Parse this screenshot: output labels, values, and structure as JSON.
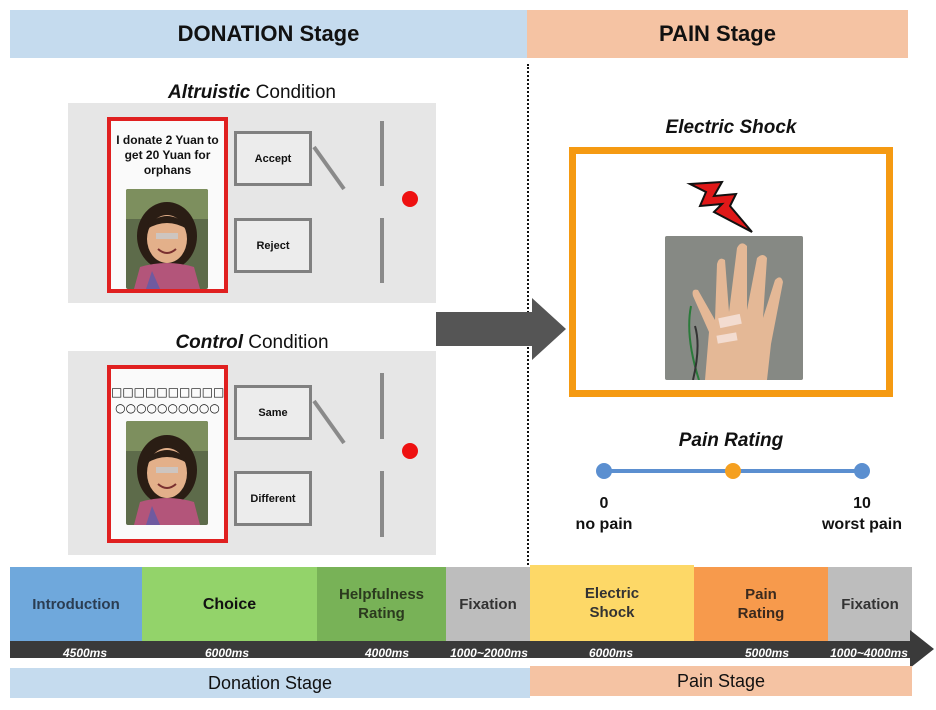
{
  "headers": {
    "donation": "DONATION Stage",
    "pain": "PAIN Stage"
  },
  "altruistic": {
    "title_emph": "Altruistic",
    "title_rest": " Condition",
    "card_text": "I donate 2 Yuan to get 20 Yuan for orphans",
    "options": [
      "Accept",
      "Reject"
    ]
  },
  "control": {
    "title_emph": "Control",
    "title_rest": " Condition",
    "squares": "□□□□□□□□□□",
    "circles": "○○○○○○○○○○",
    "options": [
      "Same",
      "Different"
    ]
  },
  "pain": {
    "shock_title": "Electric Shock",
    "rating_title": "Pain Rating",
    "scale_left_num": "0",
    "scale_left_text": "no pain",
    "scale_right_num": "10",
    "scale_right_text": "worst pain",
    "rating_marker": 0.5
  },
  "timeline": {
    "segments": [
      {
        "label": "Introduction"
      },
      {
        "label": "Choice"
      },
      {
        "label_line1": "Helpfulness",
        "label_line2": "Rating"
      },
      {
        "label": "Fixation"
      },
      {
        "label_line1": "Electric",
        "label_line2": "Shock"
      },
      {
        "label_line1": "Pain",
        "label_line2": "Rating"
      },
      {
        "label": "Fixation"
      }
    ],
    "durations": [
      "4500ms",
      "6000ms",
      "4000ms",
      "1000~2000ms",
      "6000ms",
      "5000ms",
      "1000~4000ms"
    ],
    "footer_donation": "Donation Stage",
    "footer_pain": "Pain Stage"
  },
  "colors": {
    "donation_header": "#c5dbee",
    "pain_header": "#f5c3a3",
    "card_border": "#e02020",
    "shock_border": "#f59a12",
    "scale_line": "#5b8fd0",
    "scale_end": "#5b8fd0",
    "scale_marker": "#f5a020",
    "fixation_dot": "#ee1111"
  },
  "icons": [
    "lightning-bolt-icon",
    "hand-photo",
    "child-photo",
    "arrow-right-icon",
    "timeline-arrow-icon"
  ]
}
